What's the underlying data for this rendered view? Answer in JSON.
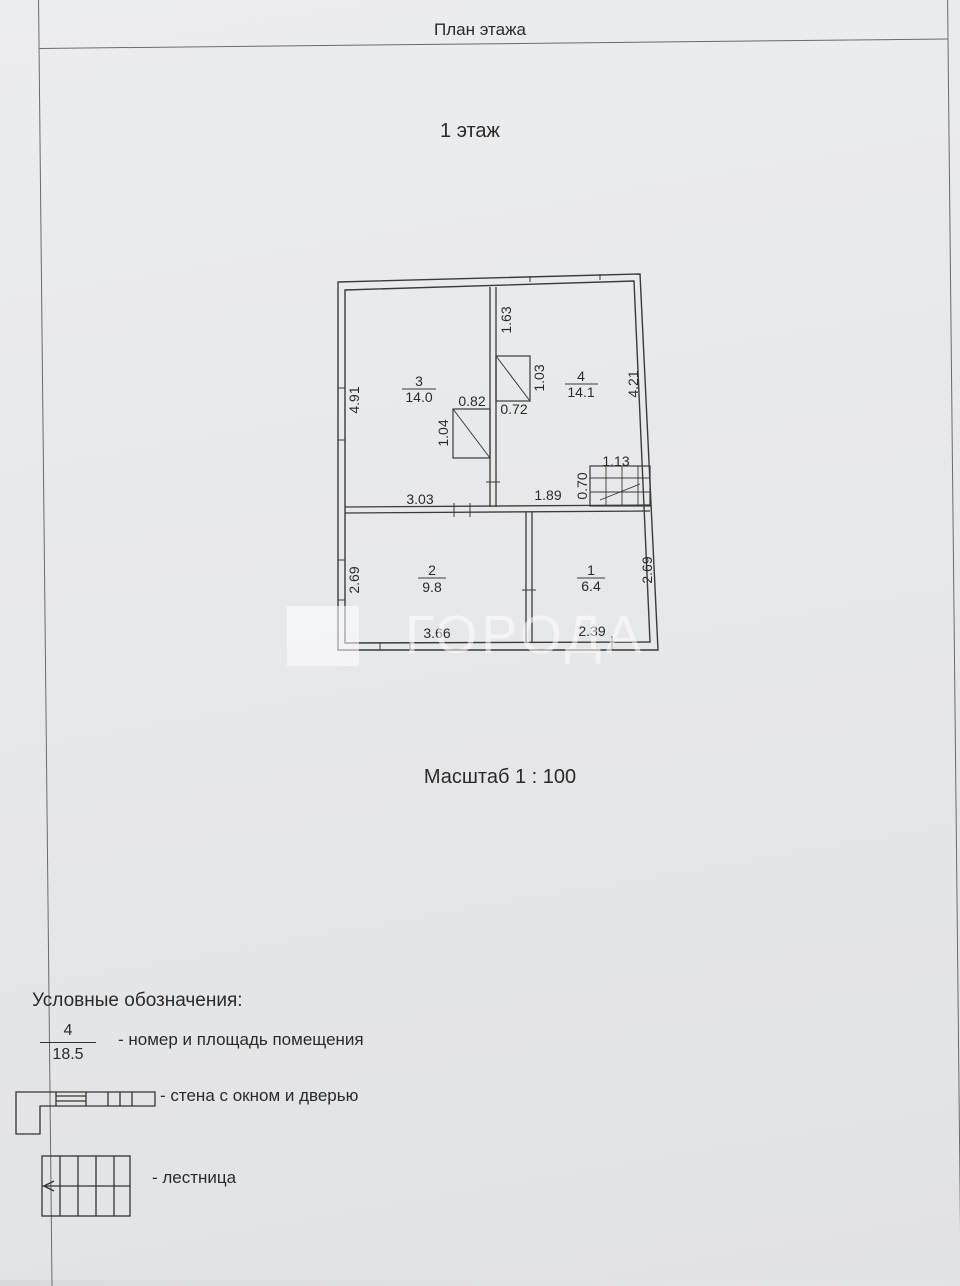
{
  "header": {
    "title": "План этажа"
  },
  "floor_title": "1 этаж",
  "rooms": [
    {
      "number": "3",
      "area": "14.0"
    },
    {
      "number": "4",
      "area": "14.1"
    },
    {
      "number": "2",
      "area": "9.8"
    },
    {
      "number": "1",
      "area": "6.4"
    }
  ],
  "dimensions": {
    "room3_height": "4.91",
    "room3_width": "3.03",
    "closet3_width": "0.82",
    "closet3_height": "1.04",
    "room4_top": "1.63",
    "closet4_height": "1.03",
    "closet4_width": "0.72",
    "room4_height": "4.21",
    "stair_width": "1.13",
    "stair_depth": "0.70",
    "room4_width": "1.89",
    "room2_height": "2.69",
    "room2_width": "3.66",
    "room1_height": "2.69",
    "room1_width": "2.39"
  },
  "watermark": "ГОРОДА",
  "scale_label": "Масштаб 1 : 100",
  "legend": {
    "title": "Условные обозначения:",
    "sample_number": "4",
    "sample_area": "18.5",
    "room_label": "- номер и площадь помещения",
    "wall_label": "- стена с окном и дверью",
    "stairs_label": "- лестница"
  }
}
